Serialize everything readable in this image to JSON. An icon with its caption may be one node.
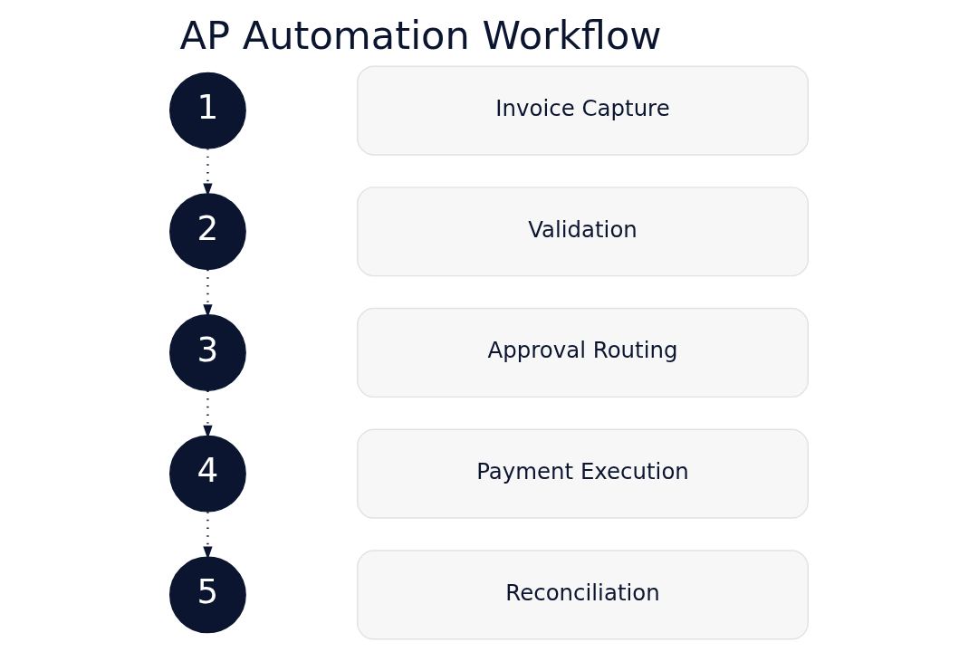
{
  "diagram": {
    "title": "AP Automation Workflow",
    "nodes": [
      {
        "text": [
          "1"
        ]
      },
      {
        "text": [
          "2"
        ]
      },
      {
        "text": [
          "3"
        ]
      },
      {
        "text": [
          "4"
        ]
      },
      {
        "text": [
          "5"
        ]
      },
      {
        "text": [
          "Invoice Capture"
        ]
      },
      {
        "text": [
          "Validation"
        ]
      },
      {
        "text": [
          "Approval Routing"
        ]
      },
      {
        "text": [
          "Payment Execution"
        ]
      },
      {
        "text": [
          "Reconciliation"
        ]
      }
    ],
    "edges": [
      {
        "from": 0,
        "to": 1,
        "arrow": "to",
        "style": "dashed"
      },
      {
        "from": 1,
        "to": 2,
        "arrow": "to",
        "style": "dashed"
      },
      {
        "from": 2,
        "to": 3,
        "arrow": "to",
        "style": "dashed"
      },
      {
        "from": 3,
        "to": 4,
        "arrow": "to",
        "style": "dashed"
      }
    ]
  }
}
